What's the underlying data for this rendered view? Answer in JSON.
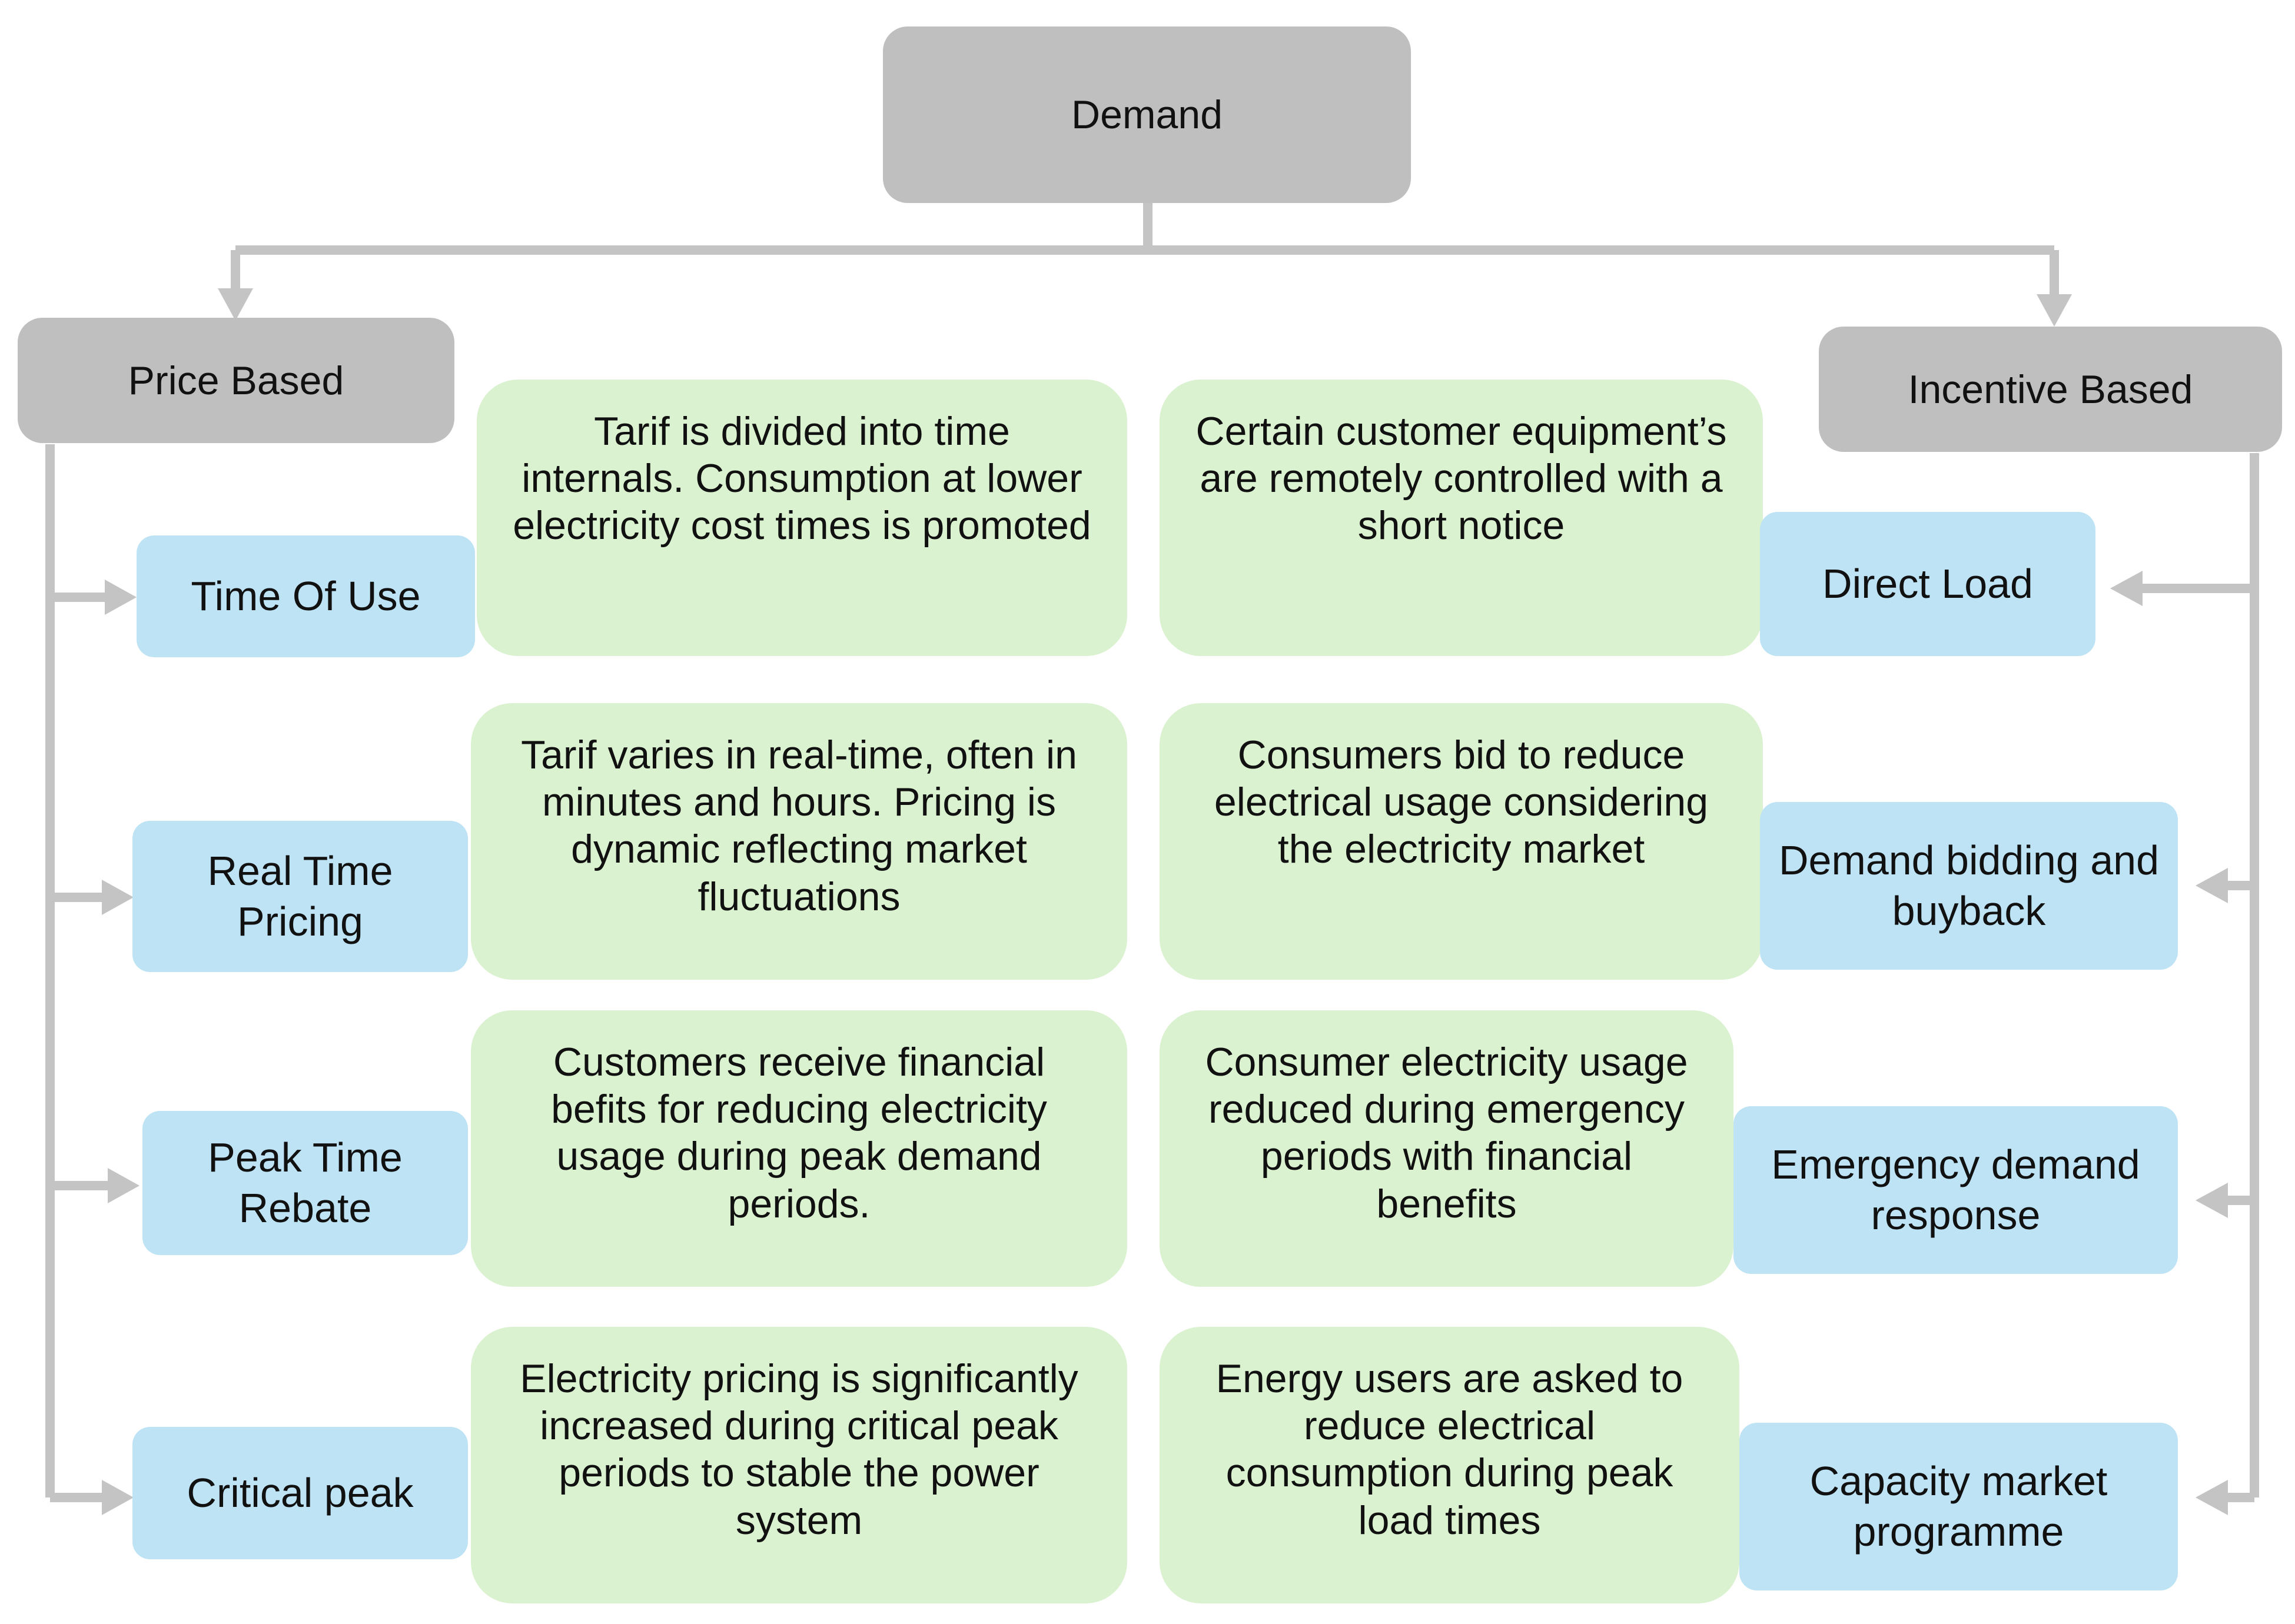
{
  "root": {
    "label": "Demand"
  },
  "branches": {
    "price": {
      "label": "Price Based"
    },
    "incentive": {
      "label": "Incentive Based"
    }
  },
  "price_items": [
    {
      "label": "Time Of Use",
      "description": "Tarif is divided into time internals. Consumption at lower electricity cost times is promoted"
    },
    {
      "label": "Real Time Pricing",
      "description": "Tarif varies in real-time, often in minutes and hours. Pricing is dynamic reflecting market fluctuations"
    },
    {
      "label": "Peak Time Rebate",
      "description": "Customers receive financial befits for reducing electricity usage during peak demand periods."
    },
    {
      "label": "Critical peak",
      "description": "Electricity pricing is significantly increased during critical peak periods to stable the power system"
    }
  ],
  "incentive_items": [
    {
      "label": "Direct Load",
      "description": "Certain customer equipment’s are remotely controlled with a short notice"
    },
    {
      "label": "Demand bidding and buyback",
      "description": "Consumers bid to reduce electrical usage considering the electricity market"
    },
    {
      "label": "Emergency demand response",
      "description": "Consumer electricity usage reduced during emergency periods with financial benefits"
    },
    {
      "label": "Capacity market programme",
      "description": "Energy users are asked to reduce electrical consumption during peak load times"
    }
  ],
  "colors": {
    "header": "#bfbfbf",
    "category": "#bde3f5",
    "description": "#daf2d0",
    "connector": "#c4c4c4"
  }
}
